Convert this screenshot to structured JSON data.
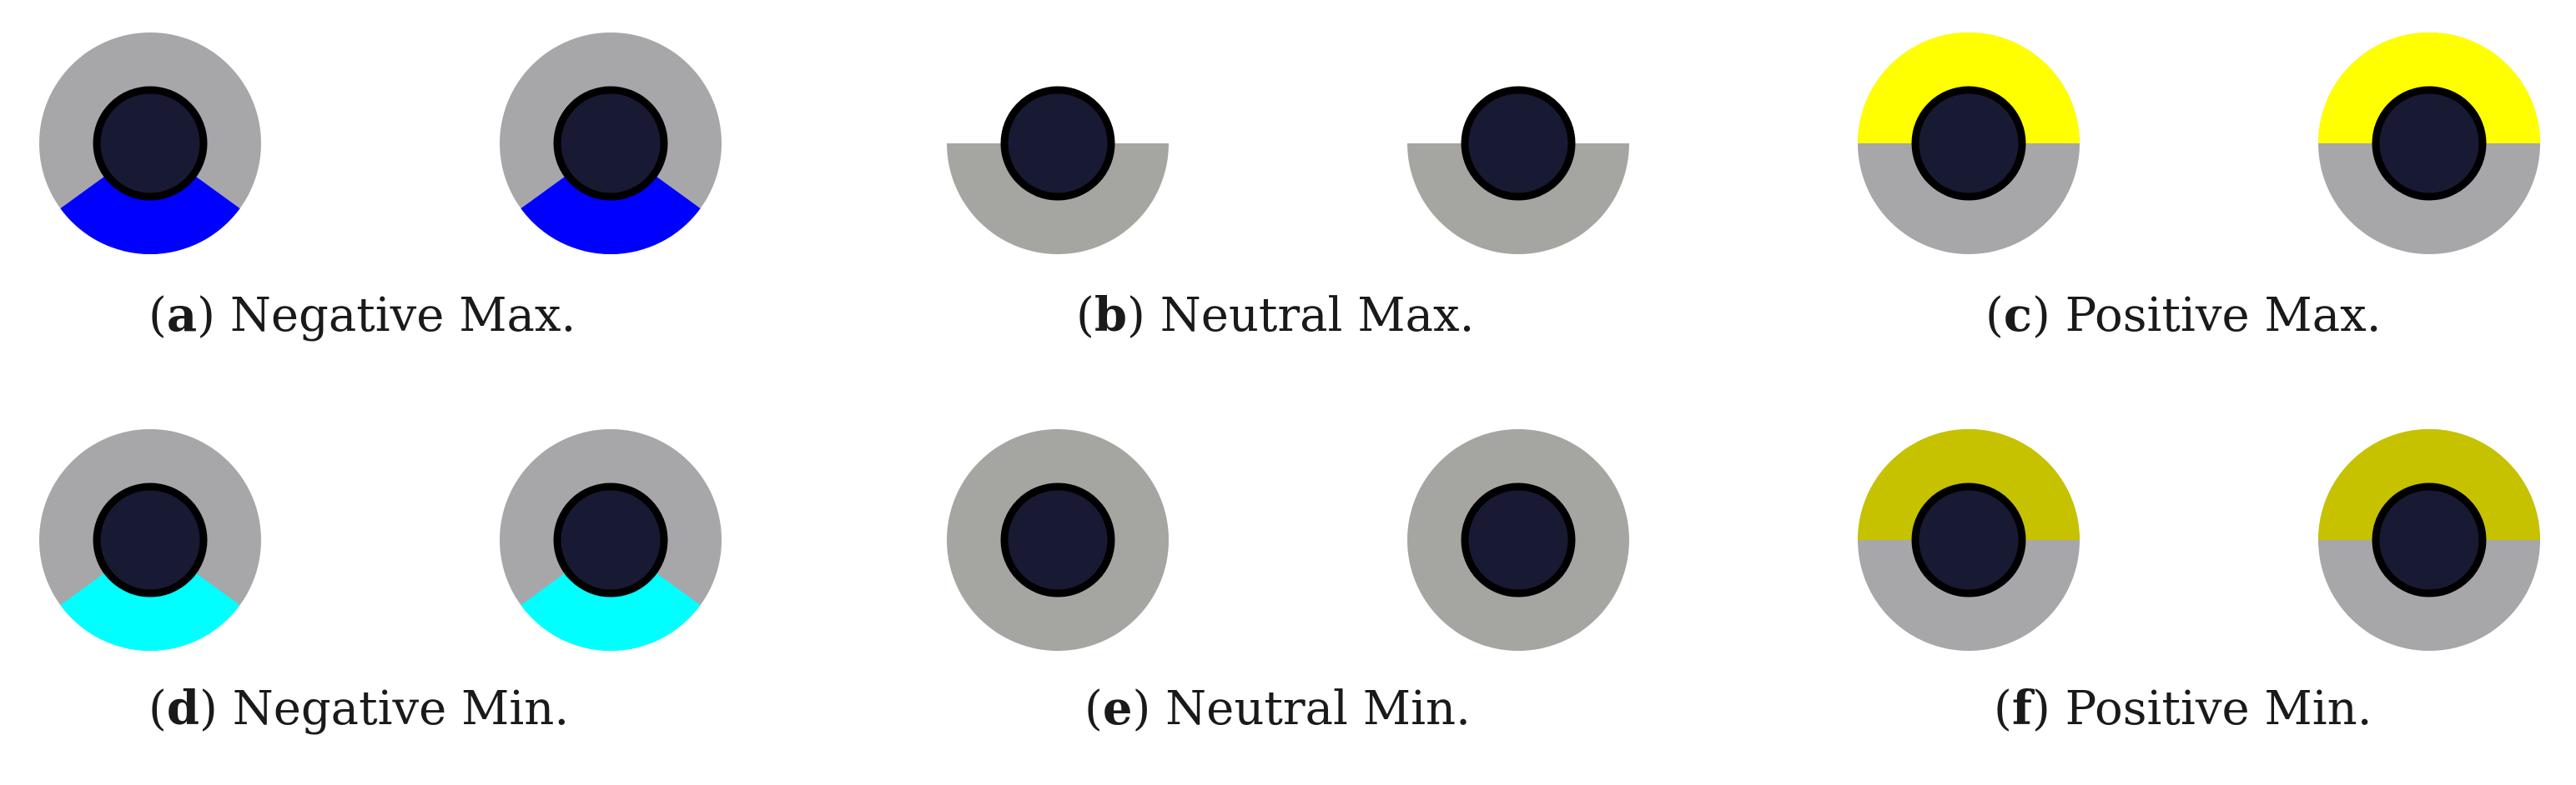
{
  "colors": {
    "background": "#ffffff",
    "ring_gray": "#a7a7a9",
    "ring_gray_neutral": "#a5a5a2",
    "negative_max": "#0000ff",
    "negative_min": "#00ffff",
    "positive_max": "#ffff00",
    "positive_min": "#c6c200",
    "pupil": "#181933",
    "pupil_outline": "#000000"
  },
  "panels": [
    {
      "id": "a",
      "letter": "a",
      "caption_text": "Negative Max.",
      "shape": "full-ring",
      "accent_region": "bottom-sector",
      "accent_color_key": "negative_max"
    },
    {
      "id": "b",
      "letter": "b",
      "caption_text": "Neutral Max.",
      "shape": "lower-half-ring",
      "accent_region": "none",
      "accent_color_key": ""
    },
    {
      "id": "c",
      "letter": "c",
      "caption_text": "Positive Max.",
      "shape": "full-ring",
      "accent_region": "top-half",
      "accent_color_key": "positive_max"
    },
    {
      "id": "d",
      "letter": "d",
      "caption_text": "Negative Min.",
      "shape": "full-ring",
      "accent_region": "bottom-sector",
      "accent_color_key": "negative_min"
    },
    {
      "id": "e",
      "letter": "e",
      "caption_text": "Neutral Min.",
      "shape": "full-ring",
      "accent_region": "none",
      "accent_color_key": ""
    },
    {
      "id": "f",
      "letter": "f",
      "caption_text": "Positive Min.",
      "shape": "full-ring",
      "accent_region": "top-half",
      "accent_color_key": "positive_min"
    }
  ]
}
